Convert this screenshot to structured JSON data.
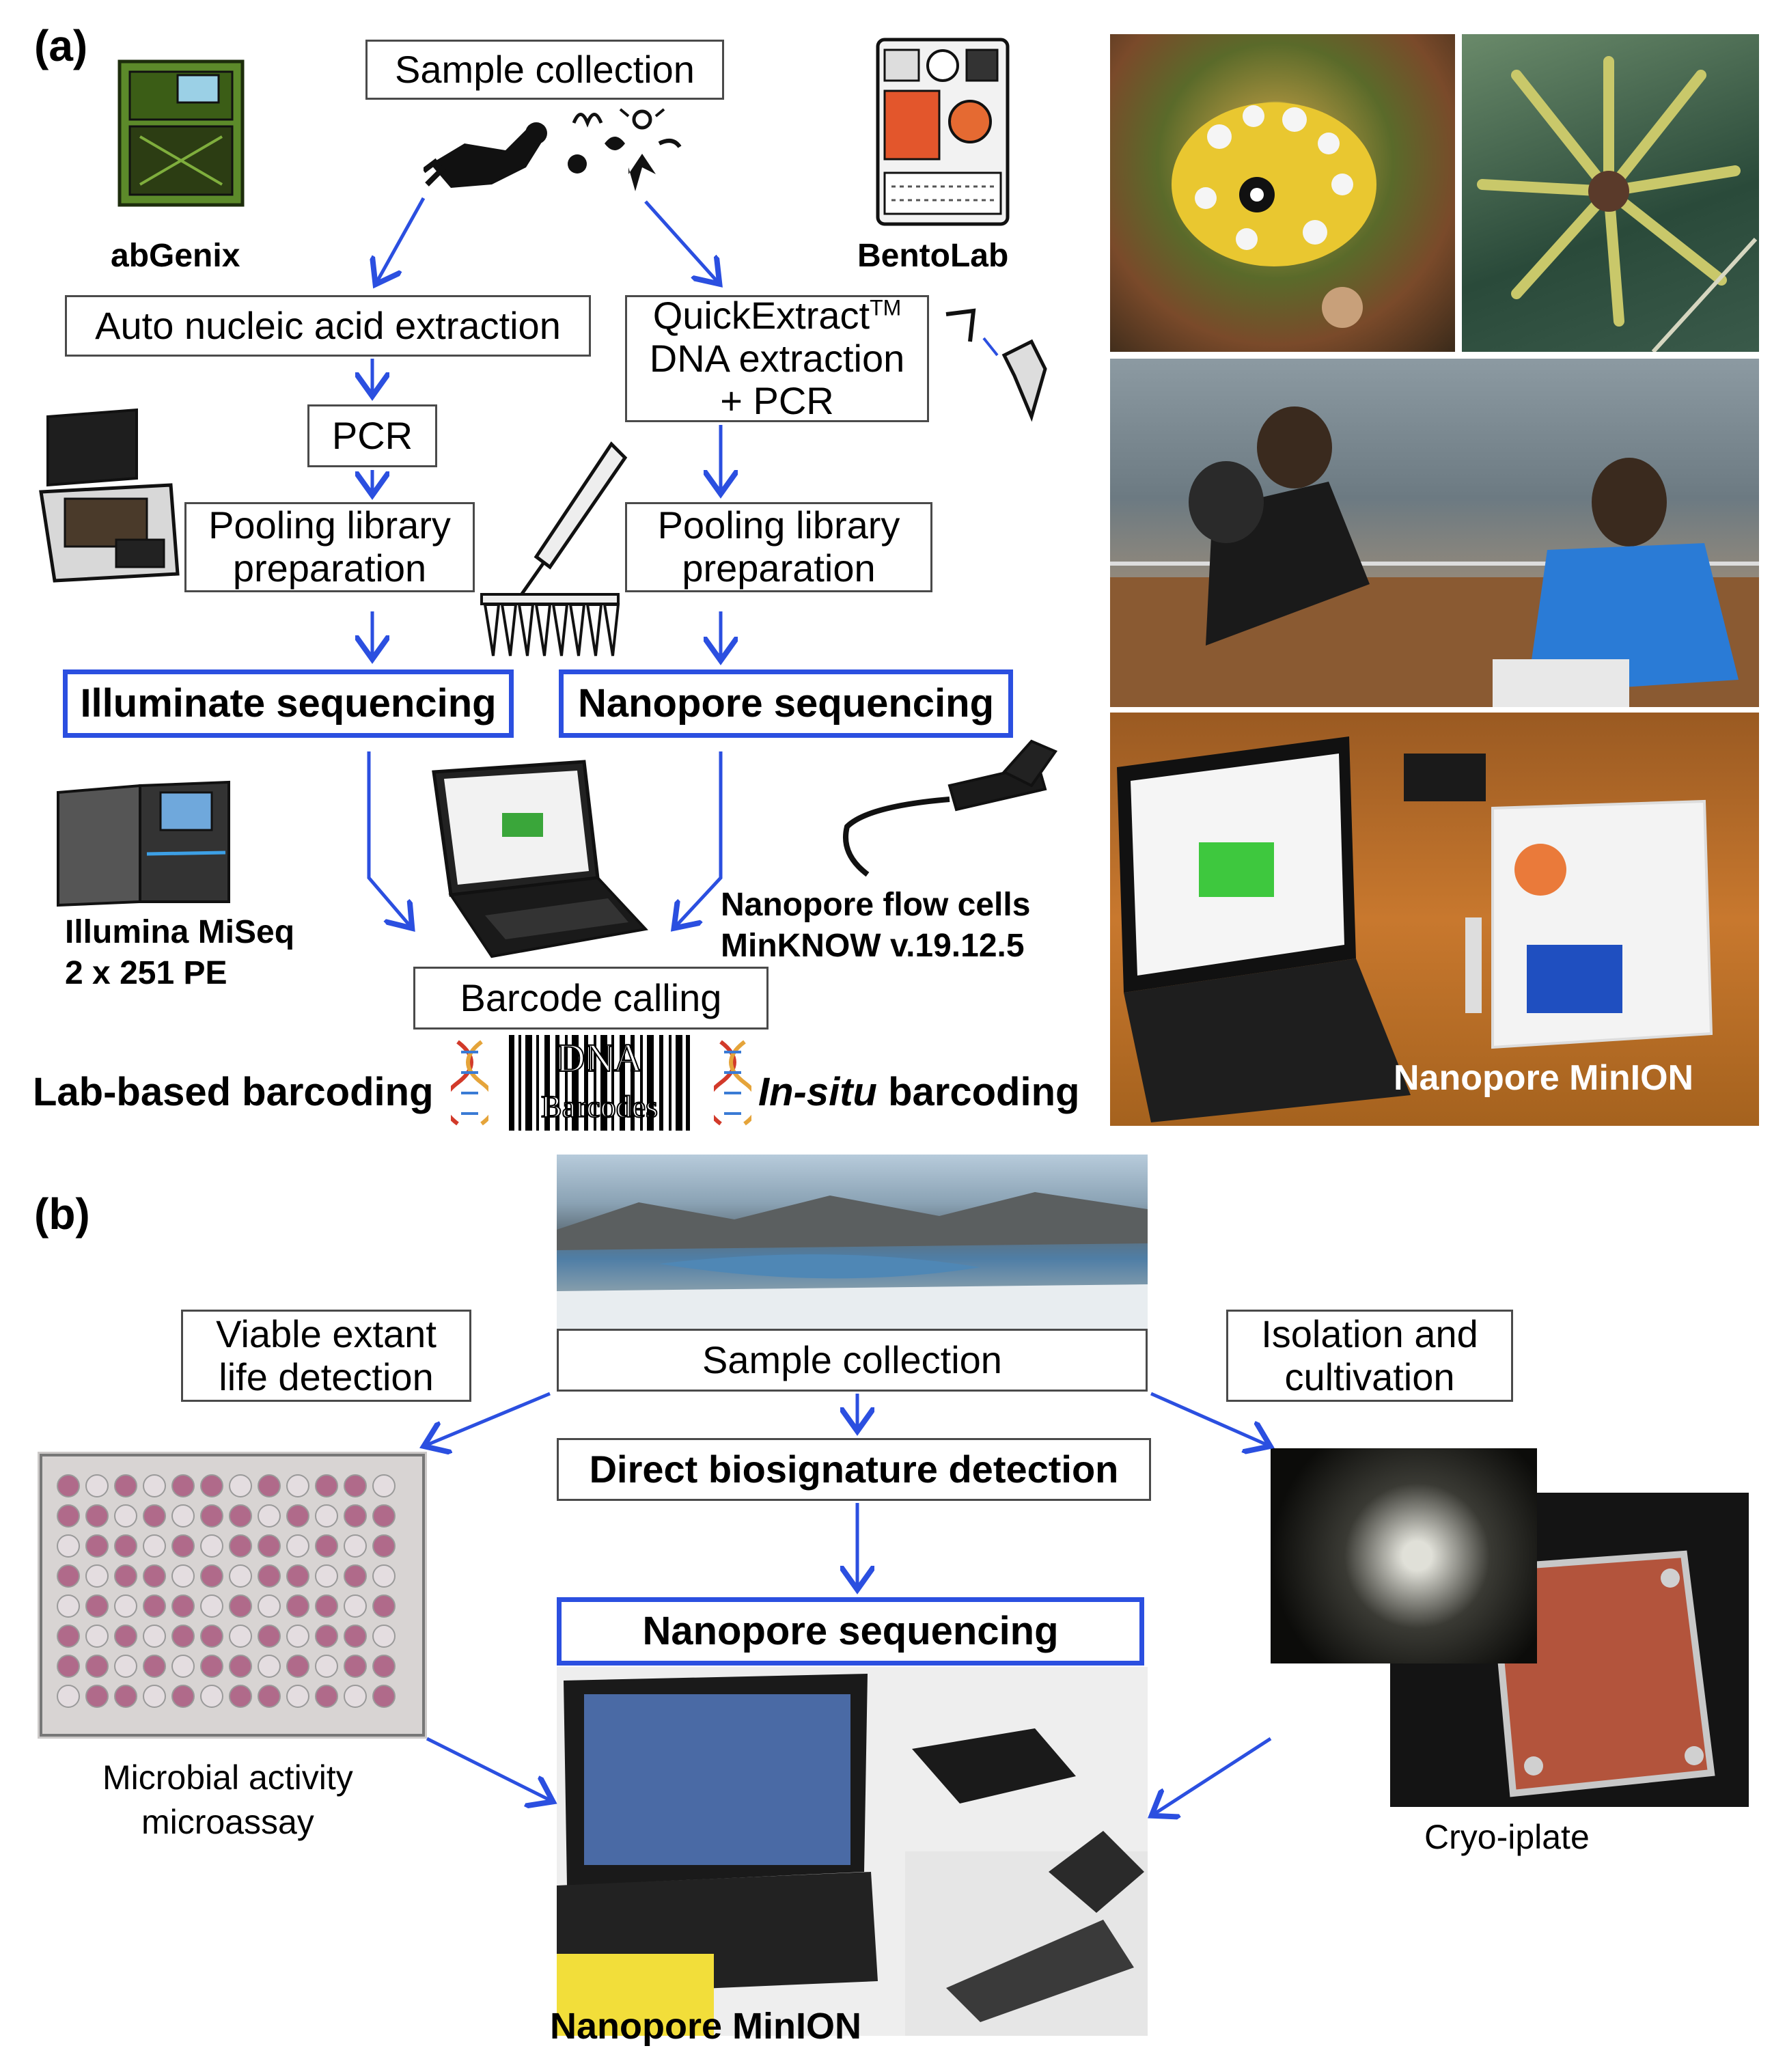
{
  "panel_a": {
    "label": "(a)",
    "sample_collection": "Sample collection",
    "abgenix": "abGenix",
    "bentolab": "BentoLab",
    "auto_extraction": "Auto nucleic acid extraction",
    "quickextract_line1": "QuickExtract",
    "quickextract_tm": "TM",
    "quickextract_line2": "DNA extraction",
    "quickextract_line3": "+ PCR",
    "pcr": "PCR",
    "pooling_left_1": "Pooling library",
    "pooling_left_2": "preparation",
    "pooling_right_1": "Pooling library",
    "pooling_right_2": "preparation",
    "illuminate": "Illuminate sequencing",
    "nanopore_seq": "Nanopore sequencing",
    "illumina_1": "Illumina  MiSeq",
    "illumina_2": "2 x 251 PE",
    "flowcells_1": "Nanopore  flow cells",
    "flowcells_2": "MinKNOW v.19.12.5",
    "barcode_calling": "Barcode calling",
    "lab_barcoding": "Lab-based barcoding",
    "insitu_em": "In-situ",
    "insitu_rest": " barcoding",
    "dna_logo_1": "DNA",
    "dna_logo_2": "Barcodes",
    "photo_minion": "Nanopore MinION"
  },
  "panel_b": {
    "label": "(b)",
    "sample_collection": "Sample collection",
    "viable_1": "Viable extant",
    "viable_2": "life detection",
    "isolation_1": "Isolation and",
    "isolation_2": "cultivation",
    "direct": "Direct biosignature detection",
    "nanopore_seq": "Nanopore sequencing",
    "microbial_1": "Microbial  activity",
    "microbial_2": "microassay",
    "cryo": "Cryo-iplate",
    "minion": "Nanopore MinION"
  },
  "colors": {
    "arrow": "#2b4fe0",
    "box_border": "#4a4a4a"
  }
}
